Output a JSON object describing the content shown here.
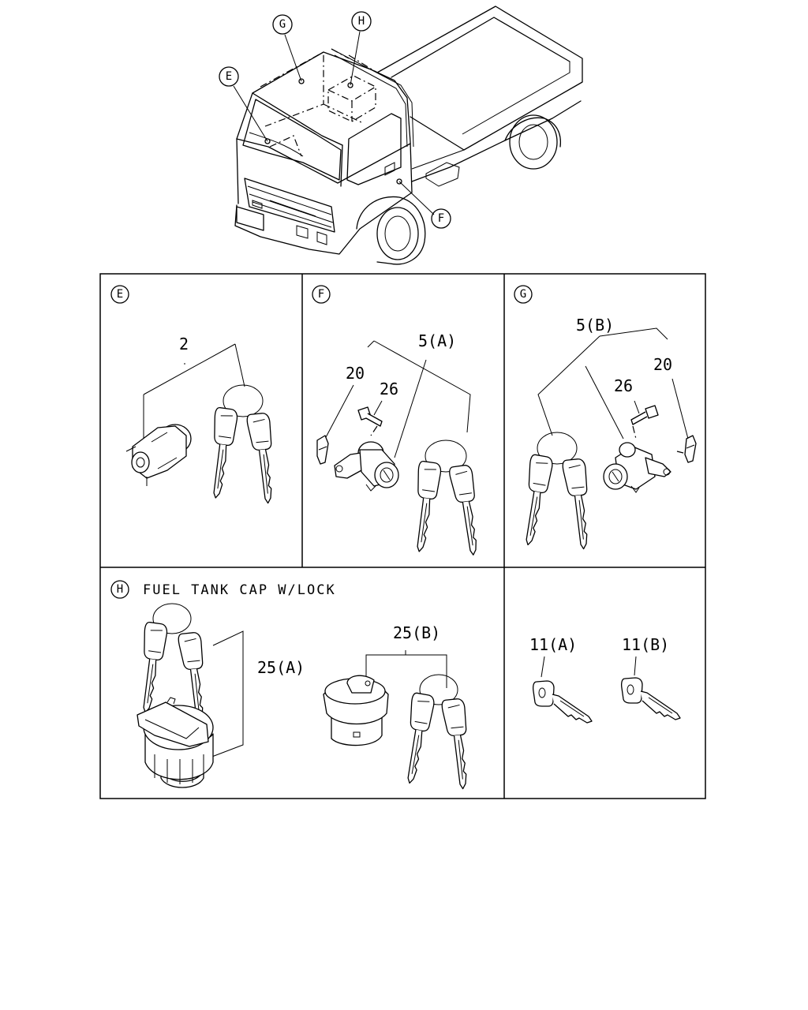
{
  "callouts": {
    "overview_g": "G",
    "overview_h": "H",
    "overview_e": "E",
    "overview_f": "F"
  },
  "panels": {
    "e": {
      "letter": "E",
      "part_label": "2"
    },
    "f": {
      "letter": "F",
      "label_assembly": "5(A)",
      "label_clip": "20",
      "label_bolt": "26"
    },
    "g": {
      "letter": "G",
      "label_assembly": "5(B)",
      "label_clip": "20",
      "label_bolt": "26"
    },
    "h": {
      "letter": "H",
      "title": "FUEL TANK CAP W/LOCK",
      "label_a": "25(A)",
      "label_b": "25(B)"
    },
    "keys": {
      "label_a": "11(A)",
      "label_b": "11(B)"
    }
  },
  "colors": {
    "line": "#000000",
    "background": "#ffffff"
  }
}
